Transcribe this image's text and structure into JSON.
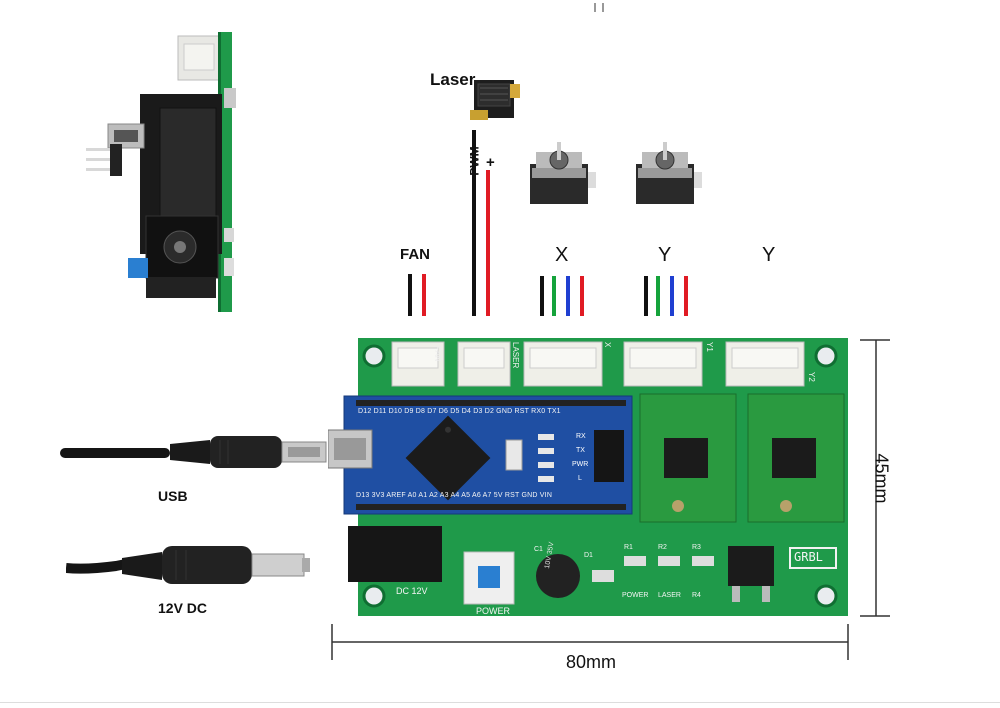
{
  "labels": {
    "laser": "Laser",
    "pwm": "PWM",
    "plus": "+",
    "fan": "FAN",
    "x": "X",
    "y1": "Y",
    "y2": "Y",
    "usb": "USB",
    "dc": "12V DC",
    "width_dim": "80mm",
    "height_dim": "45mm"
  },
  "board": {
    "brand": "GRBL",
    "power_label": "POWER",
    "dc_label": "DC 12V",
    "led_power": "POWER",
    "led_laser": "LASER",
    "r1": "R1",
    "r2": "R2",
    "r3": "R3",
    "r4": "R4",
    "d1": "D1",
    "c1": "C1",
    "cap_text": "10V 35V",
    "conn_fan": "FAN",
    "conn_laser": "LASER",
    "conn_x": "X",
    "conn_y1": "Y1",
    "conn_y2": "Y2",
    "nano_top_pins": "D12 D11 D10 D9 D8 D7 D6 D5 D4 D3 D2 GND RST RX0 TX1",
    "nano_bottom_pins": "D13 3V3 AREF A0 A1 A2 A3 A4 A5 A6 A7 5V RST GND VIN",
    "nano_rx": "RX",
    "nano_tx": "TX",
    "nano_pwr": "PWR",
    "nano_l": "L"
  },
  "colors": {
    "pcb_green": "#1f9a4a",
    "nano_blue": "#1f4fa3",
    "wire_red": "#e01b24",
    "wire_black": "#111111",
    "wire_green": "#15a33b",
    "wire_blue": "#1f3fd1"
  }
}
